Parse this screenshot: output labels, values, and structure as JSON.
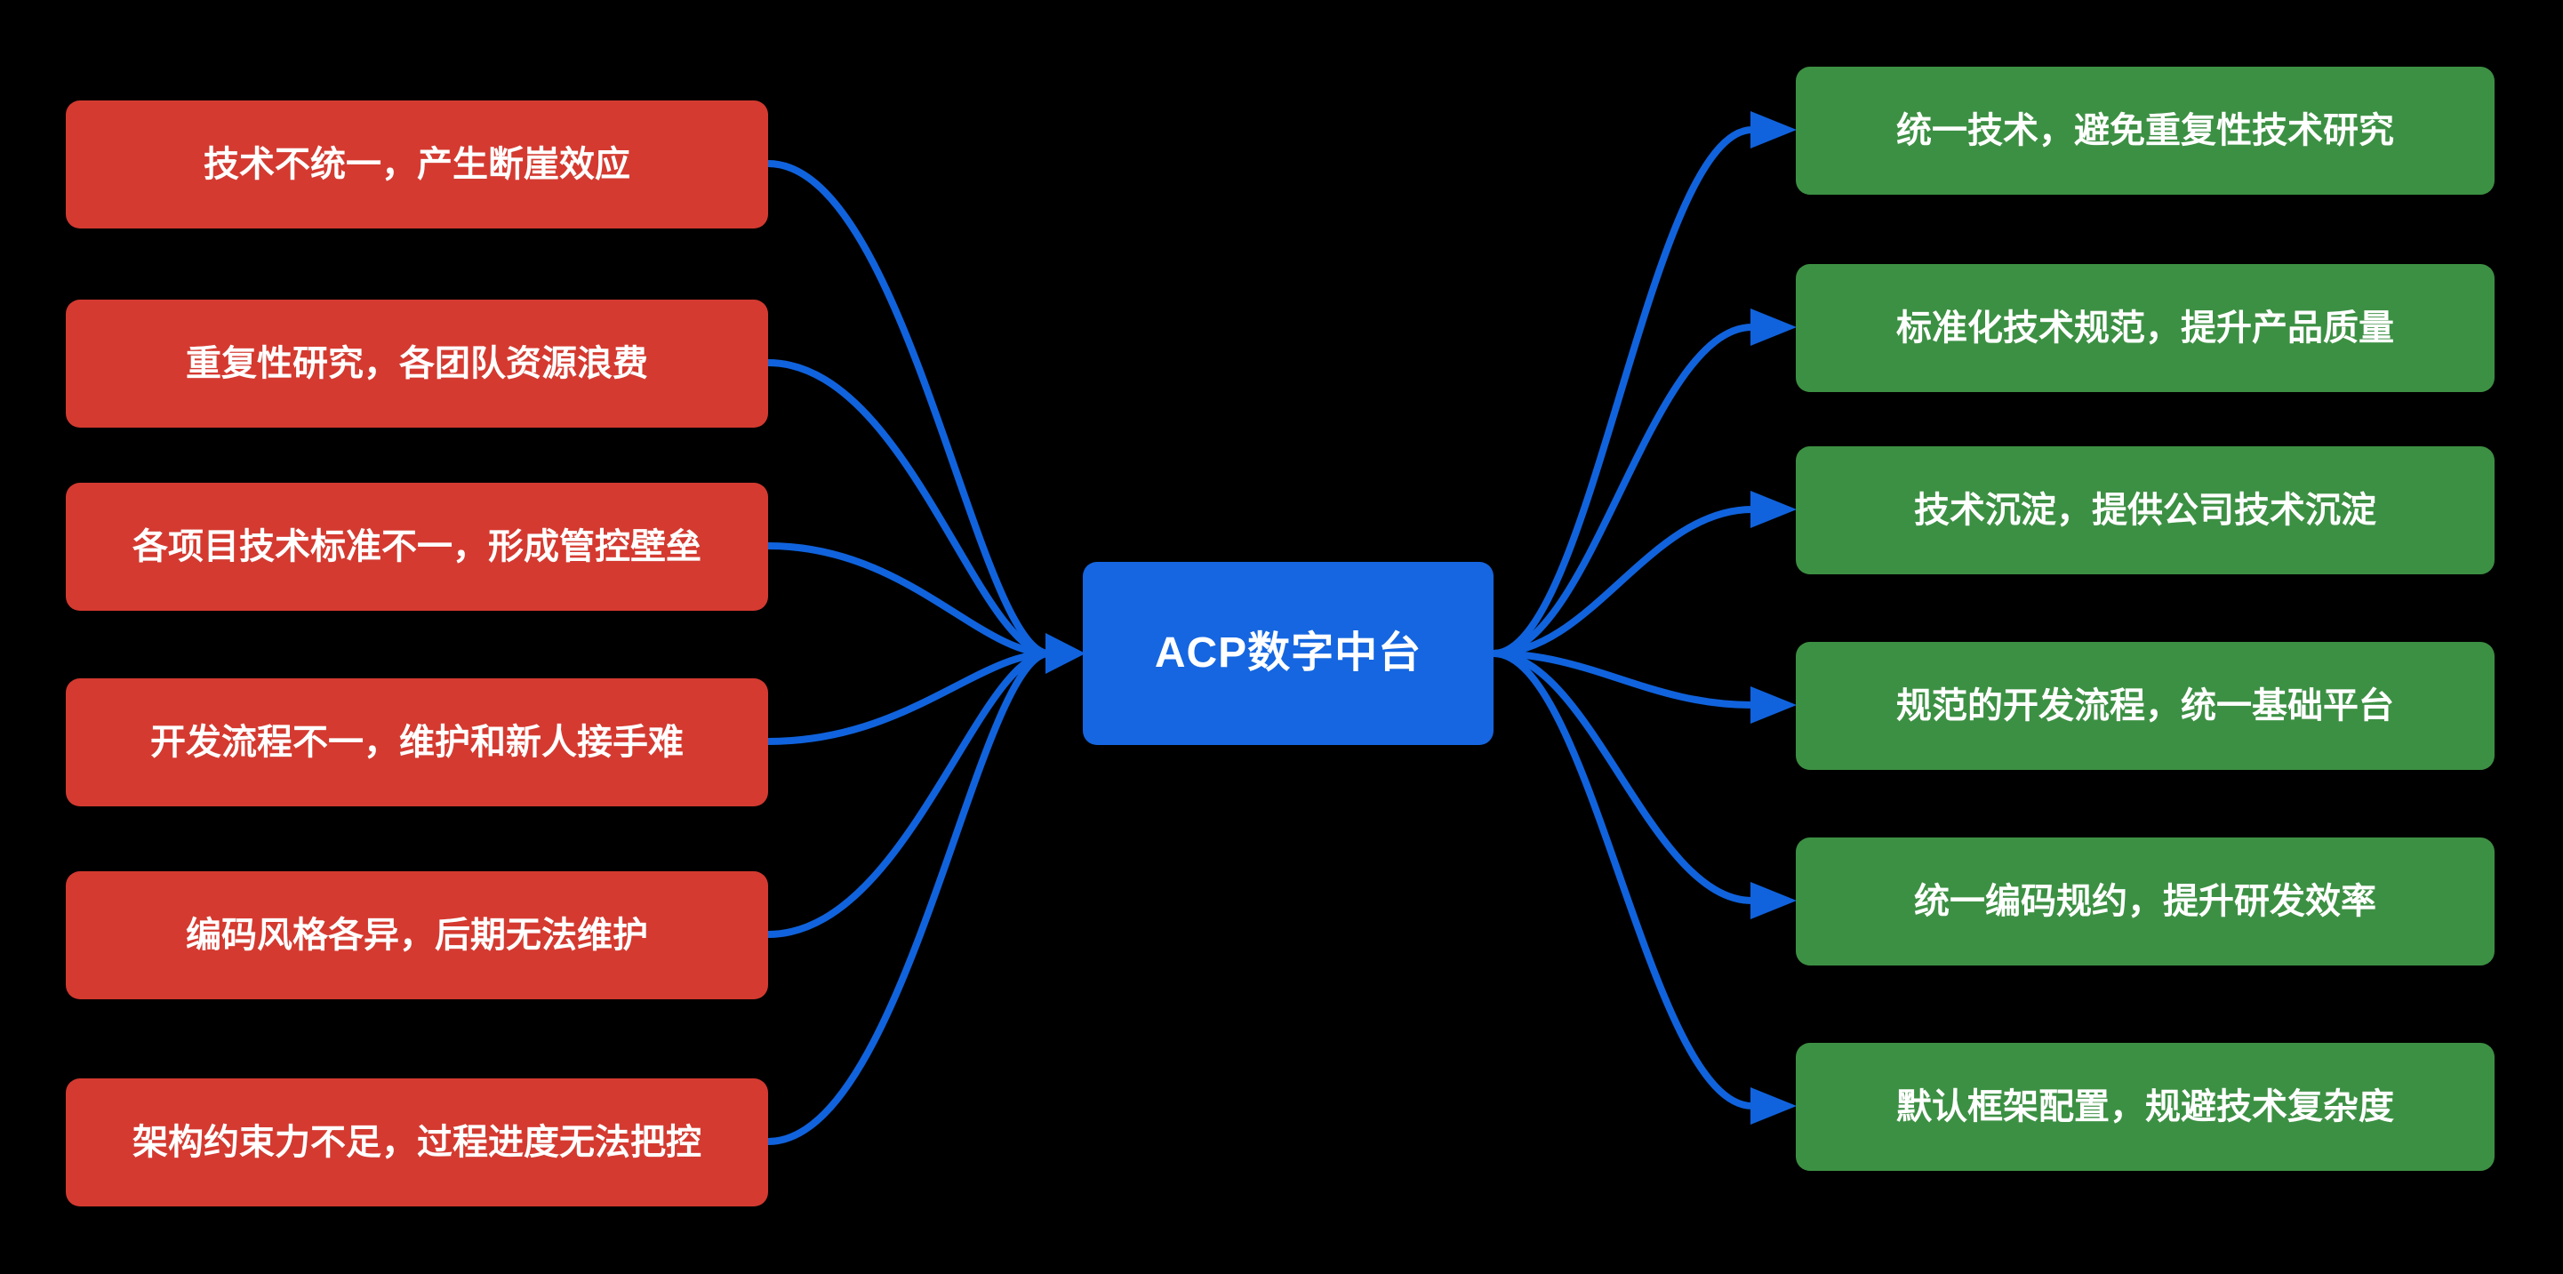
{
  "diagram": {
    "center": {
      "label": "ACP数字中台"
    },
    "problems": [
      "技术不统一，产生断崖效应",
      "重复性研究，各团队资源浪费",
      "各项目技术标准不一，形成管控壁垒",
      "开发流程不一，维护和新人接手难",
      "编码风格各异，后期无法维护",
      "架构约束力不足，过程进度无法把控"
    ],
    "benefits": [
      "统一技术，避免重复性技术研究",
      "标准化技术规范，提升产品质量",
      "技术沉淀，提供公司技术沉淀",
      "规范的开发流程，统一基础平台",
      "统一编码规约，提升研发效率",
      "默认框架配置，规避技术复杂度"
    ],
    "colors": {
      "background": "#000000",
      "problem": "#d43a30",
      "benefit": "#3c9043",
      "center": "#1566e0",
      "connector": "#1063dd",
      "text": "#ffffff"
    }
  }
}
